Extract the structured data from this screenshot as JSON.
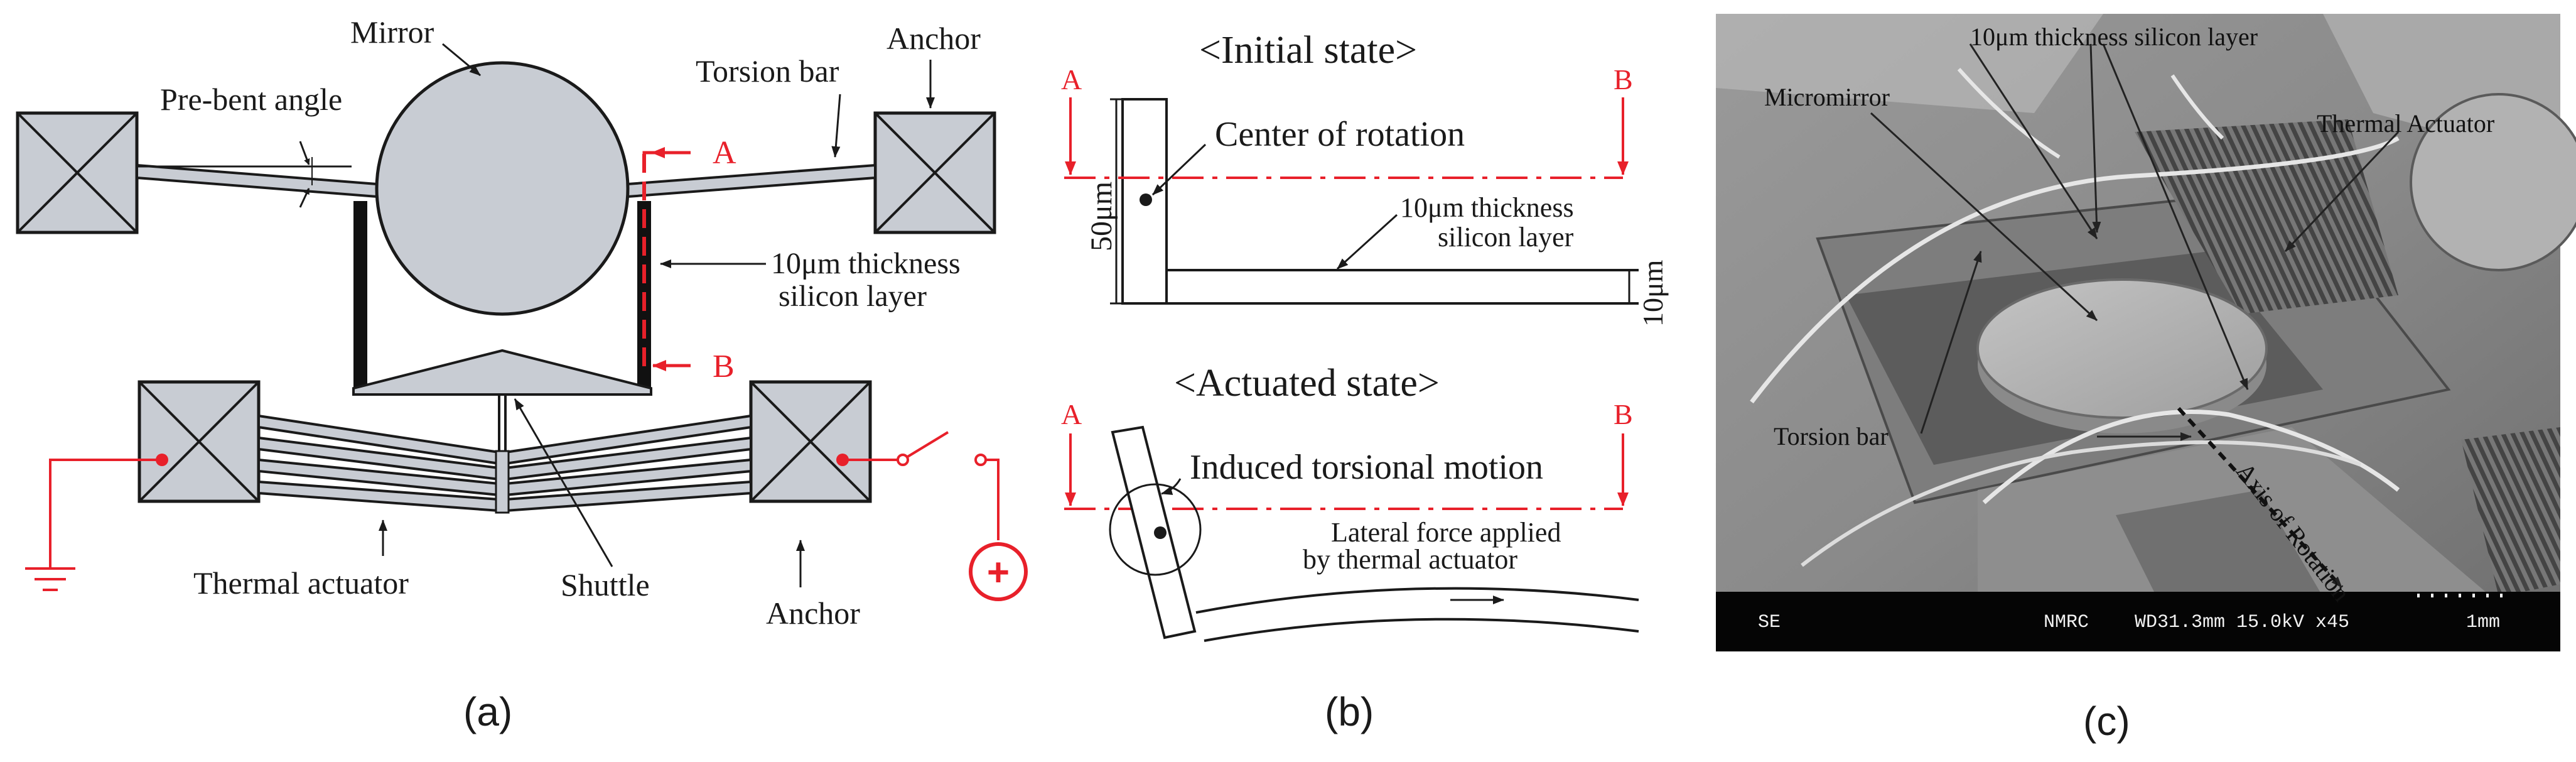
{
  "panel_a": {
    "mirror": "Mirror",
    "pre_bent_angle": "Pre-bent angle",
    "torsion_bar": "Torsion bar",
    "anchor_top": "Anchor",
    "marker_a": "A",
    "marker_b": "B",
    "silicon_layer_1": "10μm thickness",
    "silicon_layer_2": "silicon layer",
    "thermal_actuator": "Thermal actuator",
    "shuttle": "Shuttle",
    "anchor_bottom": "Anchor",
    "plus_symbol": "+",
    "caption": "(a)"
  },
  "panel_b": {
    "initial_state": "<Initial state>",
    "a_top": "A",
    "b_top": "B",
    "center_rotation": "Center of rotation",
    "dim_50": "50μm",
    "silicon_1": "10μm thickness",
    "silicon_2": "silicon layer",
    "dim_10": "10μm",
    "actuated_state": "<Actuated state>",
    "a_bottom": "A",
    "b_bottom": "B",
    "induced_torsion": "Induced torsional motion",
    "lateral_1": "Lateral force applied",
    "lateral_2": "by thermal actuator",
    "caption": "(b)"
  },
  "panel_c": {
    "silicon_layer": "10μm thickness silicon layer",
    "micromirror": "Micromirror",
    "thermal_actuator": "Thermal Actuator",
    "torsion_bar": "Torsion bar",
    "axis_rotation": "Axis of Rotation",
    "sem_se": "SE",
    "sem_lab": "NMRC",
    "sem_params": "WD31.3mm 15.0kV x45",
    "sem_scale": "1mm",
    "caption": "(c)"
  },
  "colors": {
    "component_fill": "#c8ccd3",
    "annotation_red": "#e8202a",
    "line": "#1a1a1a"
  }
}
